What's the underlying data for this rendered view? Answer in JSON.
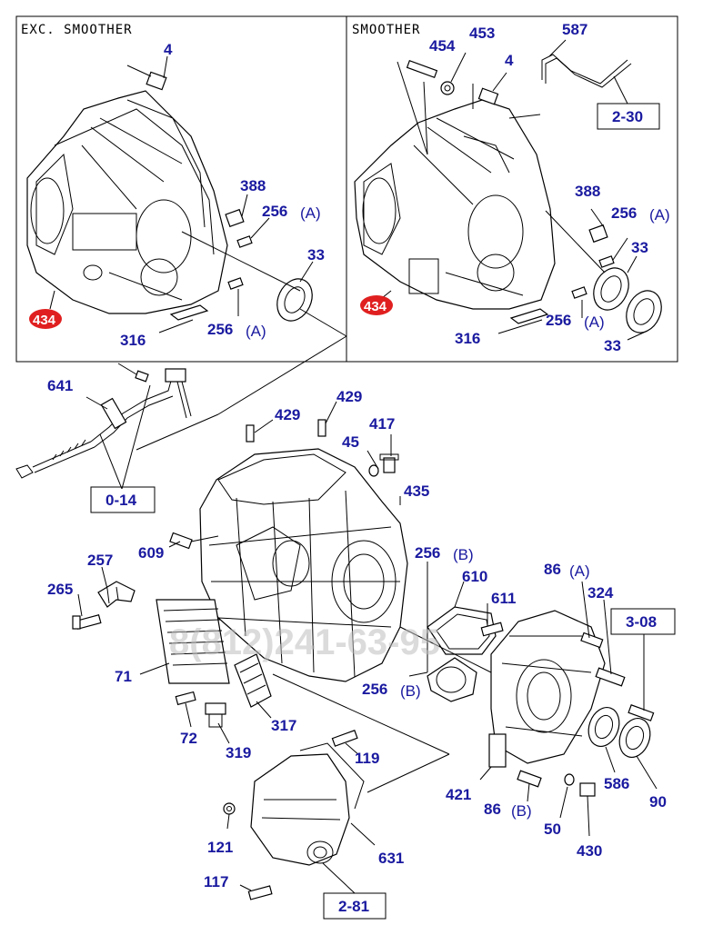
{
  "panels": {
    "left_title": "EXC. SMOOTHER",
    "right_title": "SMOOTHER"
  },
  "callouts": {
    "c4a": "4",
    "c388a": "388",
    "c256a_top": "256",
    "c256a_top_sfx": "(A)",
    "c33a": "33",
    "c434a": "434",
    "c316a": "316",
    "c256a_bot": "256",
    "c256a_bot_sfx": "(A)",
    "c454": "454",
    "c453": "453",
    "c587": "587",
    "c4b": "4",
    "c388b": "388",
    "c256b_top": "256",
    "c256b_top_sfx": "(A)",
    "c33b_top": "33",
    "c434b": "434",
    "c316b": "316",
    "c256b_bot": "256",
    "c256b_bot_sfx": "(A)",
    "c33b_bot": "33",
    "c641": "641",
    "c429a": "429",
    "c429b": "429",
    "c417": "417",
    "c45": "45",
    "c435": "435",
    "c609": "609",
    "c257": "257",
    "c265": "265",
    "c256c": "256",
    "c256c_sfx": "(B)",
    "c610": "610",
    "c611": "611",
    "c86a": "86",
    "c86a_sfx": "(A)",
    "c324": "324",
    "c71": "71",
    "c256d": "256",
    "c256d_sfx": "(B)",
    "c72": "72",
    "c317": "317",
    "c319": "319",
    "c119": "119",
    "c421": "421",
    "c86b": "86",
    "c86b_sfx": "(B)",
    "c50": "50",
    "c430": "430",
    "c586": "586",
    "c90": "90",
    "c121": "121",
    "c631": "631",
    "c117": "117"
  },
  "refs": {
    "r230": "2-30",
    "r014": "0-14",
    "r308": "3-08",
    "r281": "2-81"
  },
  "watermark": "8(812)241-63-95",
  "colors": {
    "label": "#1a1aa0",
    "highlight": "#e02020",
    "line": "#000000"
  }
}
